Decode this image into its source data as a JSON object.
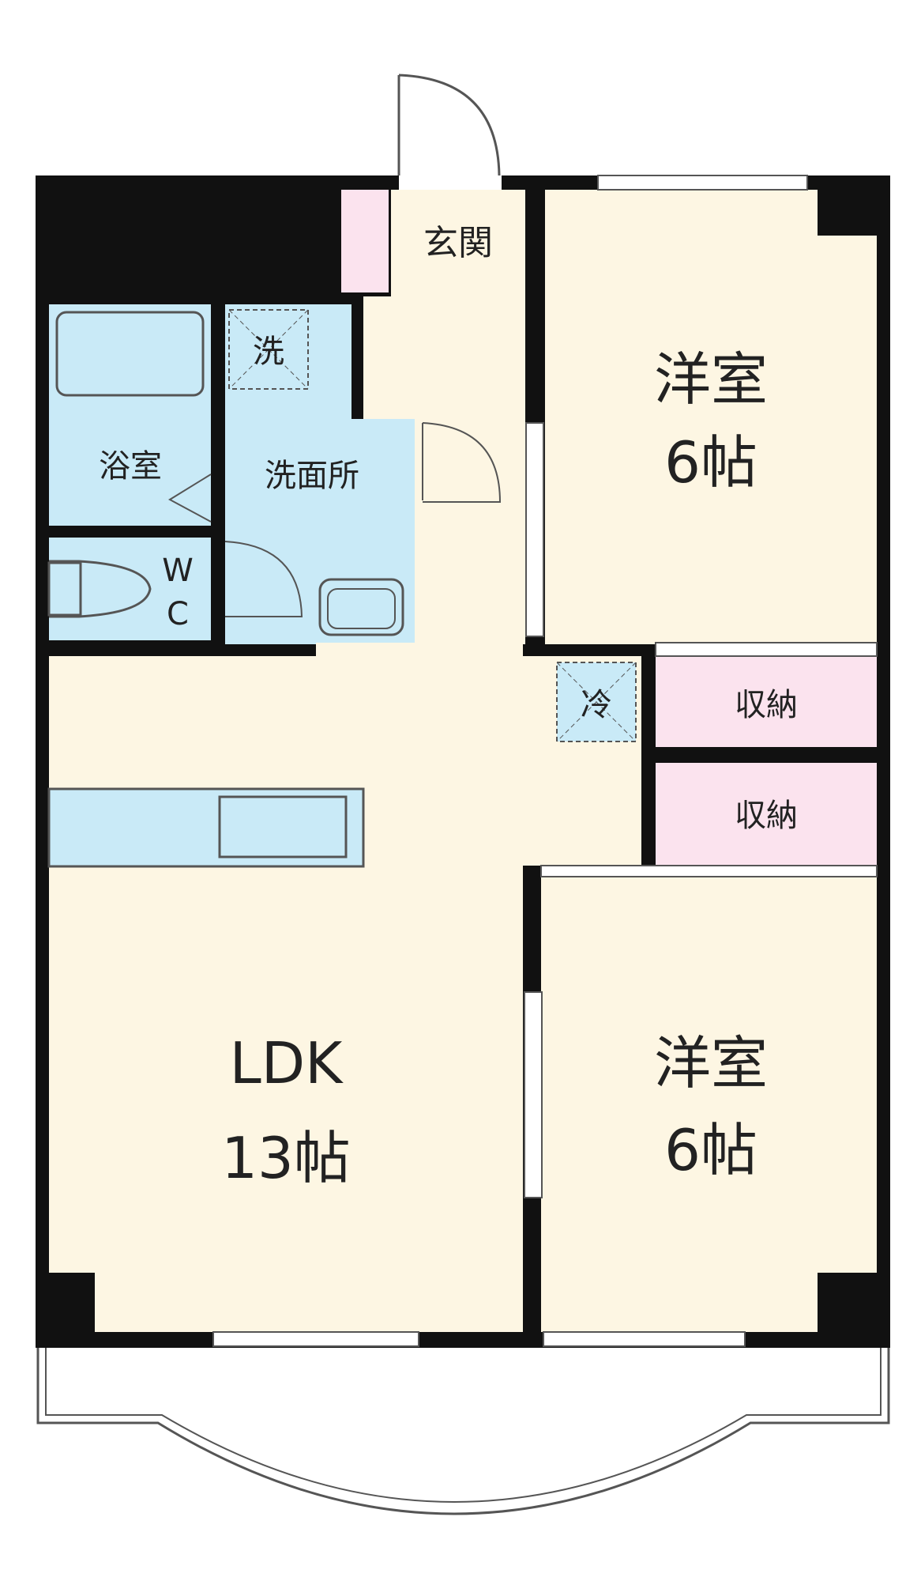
{
  "colors": {
    "wall": "#111111",
    "living": "#fdf6e3",
    "wet": "#c9eaf7",
    "storage": "#fbe3ee",
    "outline": "#555555"
  },
  "rooms": {
    "entrance": {
      "label": "玄関"
    },
    "western_room_1": {
      "name": "洋室",
      "size": "6帖"
    },
    "western_room_2": {
      "name": "洋室",
      "size": "6帖"
    },
    "ldk": {
      "name": "LDK",
      "size": "13帖"
    },
    "bath": {
      "label": "浴室"
    },
    "washroom": {
      "label": "洗面所"
    },
    "laundry": {
      "label": "洗"
    },
    "wc": {
      "line1": "W",
      "line2": "C"
    },
    "fridge": {
      "label": "冷"
    },
    "storage_1": {
      "label": "収納"
    },
    "storage_2": {
      "label": "収納"
    }
  }
}
